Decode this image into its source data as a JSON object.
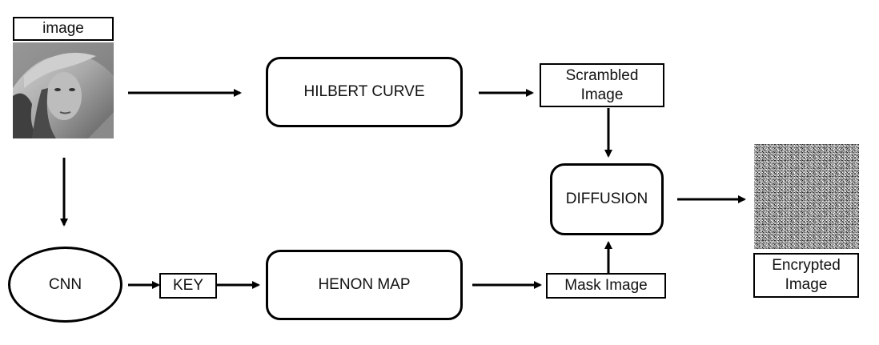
{
  "diagram": {
    "nodes": {
      "image_label": "image",
      "hilbert": "HILBERT CURVE",
      "scrambled": "Scrambled\nImage",
      "diffusion": "DIFFUSION",
      "cnn": "CNN",
      "key": "KEY",
      "henon": "HENON MAP",
      "mask": "Mask Image",
      "encrypted": "Encrypted\nImage"
    },
    "edges": [
      {
        "from": "input-image",
        "to": "hilbert"
      },
      {
        "from": "input-image",
        "to": "cnn"
      },
      {
        "from": "hilbert",
        "to": "scrambled"
      },
      {
        "from": "scrambled",
        "to": "diffusion"
      },
      {
        "from": "cnn",
        "to": "key"
      },
      {
        "from": "key",
        "to": "henon"
      },
      {
        "from": "henon",
        "to": "mask"
      },
      {
        "from": "mask",
        "to": "diffusion"
      },
      {
        "from": "diffusion",
        "to": "encrypted-image"
      }
    ]
  }
}
